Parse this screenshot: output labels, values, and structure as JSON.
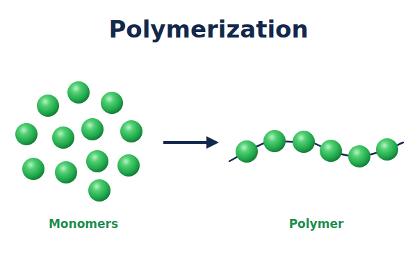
{
  "diagram": {
    "title": "Polymerization",
    "nodes": [
      {
        "text": [
          "Monomers"
        ]
      },
      {
        "text": [
          "Polymer"
        ]
      }
    ],
    "edges": [
      {
        "from": 0,
        "to": 1,
        "arrow": "to"
      }
    ]
  }
}
